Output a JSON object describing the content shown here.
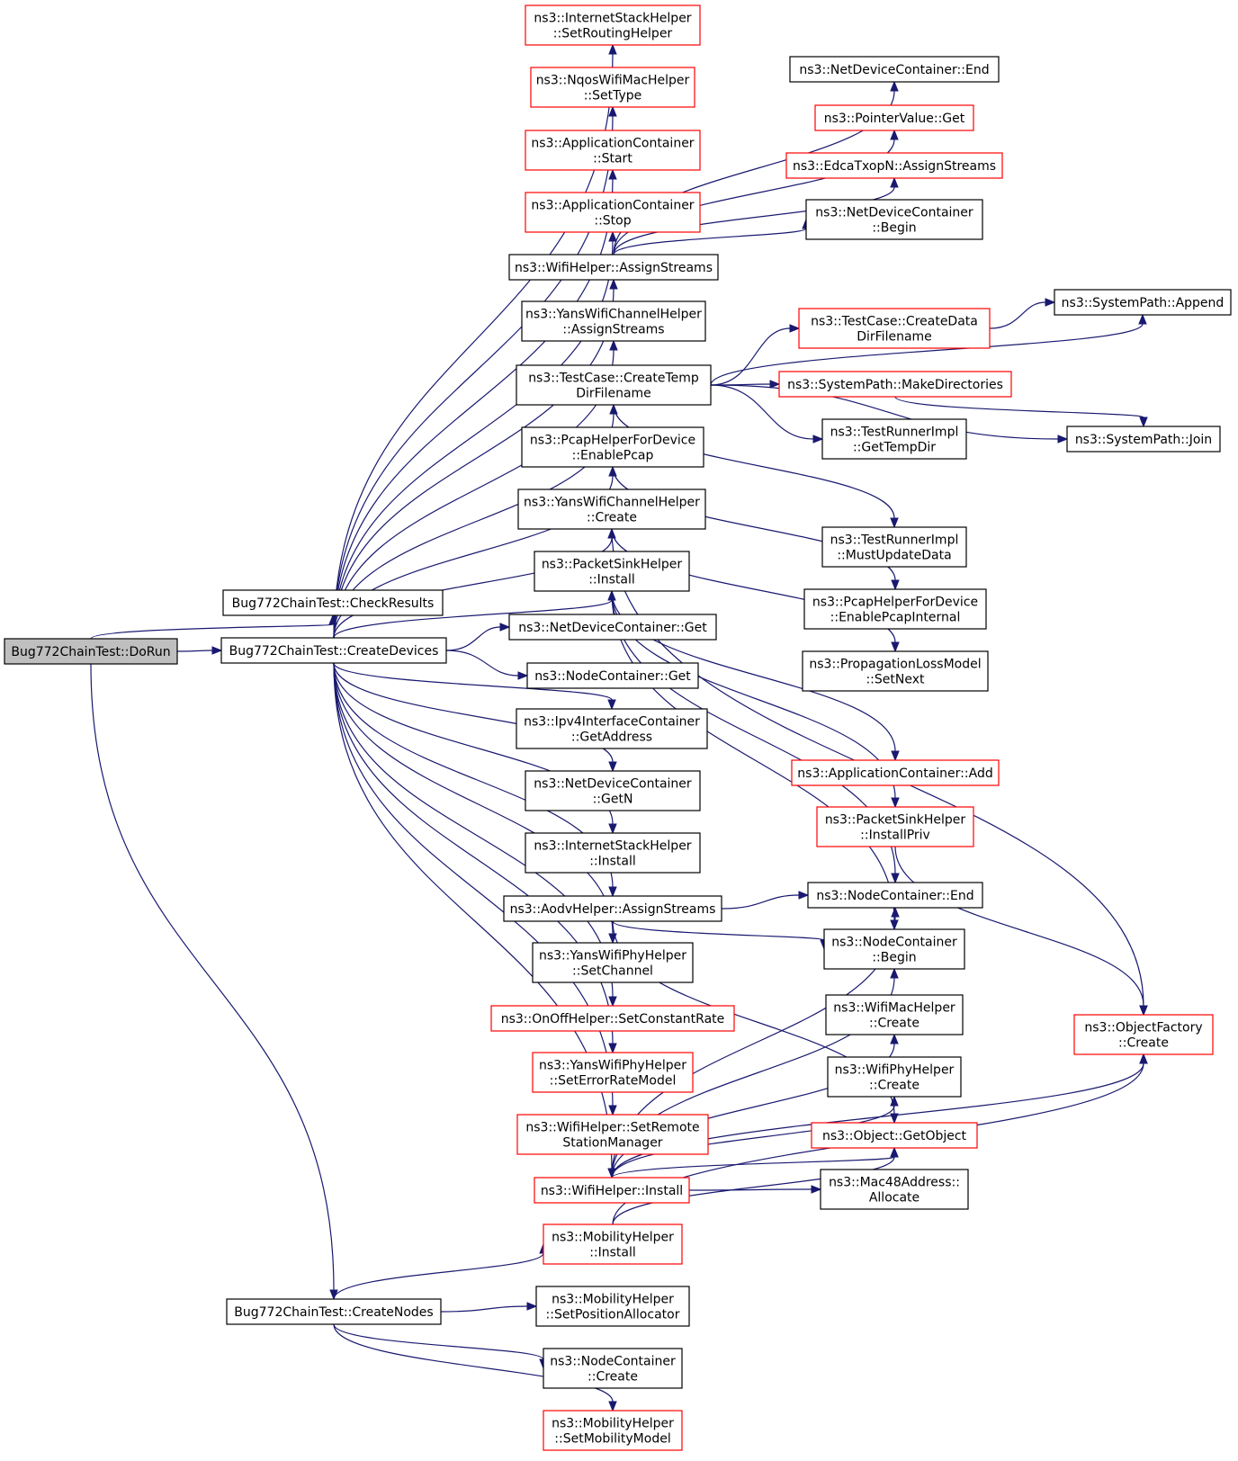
{
  "colors": {
    "edge": "#191970",
    "border_normal": "#000000",
    "border_red": "#ff0000",
    "root_fill": "#bfbfbf",
    "node_fill": "#ffffff"
  },
  "nodes": [
    {
      "id": "dorun",
      "lines": [
        "Bug772ChainTest::DoRun"
      ],
      "style": "root"
    },
    {
      "id": "checkresults",
      "lines": [
        "Bug772ChainTest::CheckResults"
      ],
      "style": "normal"
    },
    {
      "id": "createdevices",
      "lines": [
        "Bug772ChainTest::CreateDevices"
      ],
      "style": "normal"
    },
    {
      "id": "createnodes",
      "lines": [
        "Bug772ChainTest::CreateNodes"
      ],
      "style": "normal"
    },
    {
      "id": "ish_setrouting",
      "lines": [
        "ns3::InternetStackHelper",
        "::SetRoutingHelper"
      ],
      "style": "red"
    },
    {
      "id": "nqos_settype",
      "lines": [
        "ns3::NqosWifiMacHelper",
        "::SetType"
      ],
      "style": "red"
    },
    {
      "id": "appc_start",
      "lines": [
        "ns3::ApplicationContainer",
        "::Start"
      ],
      "style": "red"
    },
    {
      "id": "appc_stop",
      "lines": [
        "ns3::ApplicationContainer",
        "::Stop"
      ],
      "style": "red"
    },
    {
      "id": "wifi_assign",
      "lines": [
        "ns3::WifiHelper::AssignStreams"
      ],
      "style": "normal"
    },
    {
      "id": "yanschan_assign",
      "lines": [
        "ns3::YansWifiChannelHelper",
        "::AssignStreams"
      ],
      "style": "normal"
    },
    {
      "id": "tc_createtemp",
      "lines": [
        "ns3::TestCase::CreateTemp",
        "DirFilename"
      ],
      "style": "normal"
    },
    {
      "id": "pcap_enable",
      "lines": [
        "ns3::PcapHelperForDevice",
        "::EnablePcap"
      ],
      "style": "normal"
    },
    {
      "id": "yanschan_create",
      "lines": [
        "ns3::YansWifiChannelHelper",
        "::Create"
      ],
      "style": "normal"
    },
    {
      "id": "pktsink_install",
      "lines": [
        "ns3::PacketSinkHelper",
        "::Install"
      ],
      "style": "normal"
    },
    {
      "id": "ndc_get",
      "lines": [
        "ns3::NetDeviceContainer::Get"
      ],
      "style": "normal"
    },
    {
      "id": "nc_get",
      "lines": [
        "ns3::NodeContainer::Get"
      ],
      "style": "normal"
    },
    {
      "id": "ipv4_getaddr",
      "lines": [
        "ns3::Ipv4InterfaceContainer",
        "::GetAddress"
      ],
      "style": "normal"
    },
    {
      "id": "ndc_getn",
      "lines": [
        "ns3::NetDeviceContainer",
        "::GetN"
      ],
      "style": "normal"
    },
    {
      "id": "ish_install",
      "lines": [
        "ns3::InternetStackHelper",
        "::Install"
      ],
      "style": "normal"
    },
    {
      "id": "aodv_assign",
      "lines": [
        "ns3::AodvHelper::AssignStreams"
      ],
      "style": "normal"
    },
    {
      "id": "yansphy_setchan",
      "lines": [
        "ns3::YansWifiPhyHelper",
        "::SetChannel"
      ],
      "style": "normal"
    },
    {
      "id": "onoff_setrate",
      "lines": [
        "ns3::OnOffHelper::SetConstantRate"
      ],
      "style": "red"
    },
    {
      "id": "yansphy_seterr",
      "lines": [
        "ns3::YansWifiPhyHelper",
        "::SetErrorRateModel"
      ],
      "style": "red"
    },
    {
      "id": "wifi_setremote",
      "lines": [
        "ns3::WifiHelper::SetRemote",
        "StationManager"
      ],
      "style": "red"
    },
    {
      "id": "wifi_install",
      "lines": [
        "ns3::WifiHelper::Install"
      ],
      "style": "red"
    },
    {
      "id": "mob_install",
      "lines": [
        "ns3::MobilityHelper",
        "::Install"
      ],
      "style": "red"
    },
    {
      "id": "mob_setpos",
      "lines": [
        "ns3::MobilityHelper",
        "::SetPositionAllocator"
      ],
      "style": "normal"
    },
    {
      "id": "nc_create",
      "lines": [
        "ns3::NodeContainer",
        "::Create"
      ],
      "style": "normal"
    },
    {
      "id": "mob_setmodel",
      "lines": [
        "ns3::MobilityHelper",
        "::SetMobilityModel"
      ],
      "style": "red"
    },
    {
      "id": "ndc_end",
      "lines": [
        "ns3::NetDeviceContainer::End"
      ],
      "style": "normal"
    },
    {
      "id": "pv_get",
      "lines": [
        "ns3::PointerValue::Get"
      ],
      "style": "red"
    },
    {
      "id": "edca_assign",
      "lines": [
        "ns3::EdcaTxopN::AssignStreams"
      ],
      "style": "red"
    },
    {
      "id": "ndc_begin",
      "lines": [
        "ns3::NetDeviceContainer",
        "::Begin"
      ],
      "style": "normal"
    },
    {
      "id": "tc_createdata",
      "lines": [
        "ns3::TestCase::CreateData",
        "DirFilename"
      ],
      "style": "red"
    },
    {
      "id": "sp_makedirs",
      "lines": [
        "ns3::SystemPath::MakeDirectories"
      ],
      "style": "red"
    },
    {
      "id": "tri_gettemp",
      "lines": [
        "ns3::TestRunnerImpl",
        "::GetTempDir"
      ],
      "style": "normal"
    },
    {
      "id": "tri_mustupdate",
      "lines": [
        "ns3::TestRunnerImpl",
        "::MustUpdateData"
      ],
      "style": "normal"
    },
    {
      "id": "pcap_enableint",
      "lines": [
        "ns3::PcapHelperForDevice",
        "::EnablePcapInternal"
      ],
      "style": "normal"
    },
    {
      "id": "plm_setnext",
      "lines": [
        "ns3::PropagationLossModel",
        "::SetNext"
      ],
      "style": "normal"
    },
    {
      "id": "appc_add",
      "lines": [
        "ns3::ApplicationContainer::Add"
      ],
      "style": "red"
    },
    {
      "id": "pktsink_installpriv",
      "lines": [
        "ns3::PacketSinkHelper",
        "::InstallPriv"
      ],
      "style": "red"
    },
    {
      "id": "nc_end",
      "lines": [
        "ns3::NodeContainer::End"
      ],
      "style": "normal"
    },
    {
      "id": "nc_begin",
      "lines": [
        "ns3::NodeContainer",
        "::Begin"
      ],
      "style": "normal"
    },
    {
      "id": "wifimac_create",
      "lines": [
        "ns3::WifiMacHelper",
        "::Create"
      ],
      "style": "normal"
    },
    {
      "id": "wifiphy_create",
      "lines": [
        "ns3::WifiPhyHelper",
        "::Create"
      ],
      "style": "normal"
    },
    {
      "id": "obj_getobject",
      "lines": [
        "ns3::Object::GetObject"
      ],
      "style": "red"
    },
    {
      "id": "mac48_allocate",
      "lines": [
        "ns3::Mac48Address::",
        "Allocate"
      ],
      "style": "normal"
    },
    {
      "id": "sp_append",
      "lines": [
        "ns3::SystemPath::Append"
      ],
      "style": "normal"
    },
    {
      "id": "sp_join",
      "lines": [
        "ns3::SystemPath::Join"
      ],
      "style": "normal"
    },
    {
      "id": "of_create",
      "lines": [
        "ns3::ObjectFactory",
        "::Create"
      ],
      "style": "red"
    }
  ],
  "edges": [
    [
      "dorun",
      "checkresults"
    ],
    [
      "dorun",
      "createdevices"
    ],
    [
      "dorun",
      "createnodes"
    ],
    [
      "createdevices",
      "ish_setrouting"
    ],
    [
      "createdevices",
      "nqos_settype"
    ],
    [
      "createdevices",
      "appc_start"
    ],
    [
      "createdevices",
      "appc_stop"
    ],
    [
      "createdevices",
      "wifi_assign"
    ],
    [
      "createdevices",
      "yanschan_assign"
    ],
    [
      "createdevices",
      "tc_createtemp"
    ],
    [
      "createdevices",
      "pcap_enable"
    ],
    [
      "createdevices",
      "yanschan_create"
    ],
    [
      "createdevices",
      "pktsink_install"
    ],
    [
      "createdevices",
      "ndc_get"
    ],
    [
      "createdevices",
      "nc_get"
    ],
    [
      "createdevices",
      "ipv4_getaddr"
    ],
    [
      "createdevices",
      "ndc_getn"
    ],
    [
      "createdevices",
      "ish_install"
    ],
    [
      "createdevices",
      "aodv_assign"
    ],
    [
      "createdevices",
      "yansphy_setchan"
    ],
    [
      "createdevices",
      "onoff_setrate"
    ],
    [
      "createdevices",
      "yansphy_seterr"
    ],
    [
      "createdevices",
      "wifi_setremote"
    ],
    [
      "createdevices",
      "wifi_install"
    ],
    [
      "createnodes",
      "mob_install"
    ],
    [
      "createnodes",
      "mob_setpos"
    ],
    [
      "createnodes",
      "nc_create"
    ],
    [
      "createnodes",
      "mob_setmodel"
    ],
    [
      "wifi_assign",
      "ndc_end"
    ],
    [
      "wifi_assign",
      "pv_get"
    ],
    [
      "wifi_assign",
      "edca_assign"
    ],
    [
      "wifi_assign",
      "ndc_begin"
    ],
    [
      "tc_createtemp",
      "sp_append"
    ],
    [
      "tc_createtemp",
      "tc_createdata"
    ],
    [
      "tc_createtemp",
      "sp_makedirs"
    ],
    [
      "tc_createtemp",
      "tri_gettemp"
    ],
    [
      "tc_createtemp",
      "sp_join"
    ],
    [
      "tc_createtemp",
      "tri_mustupdate"
    ],
    [
      "tc_createdata",
      "sp_append"
    ],
    [
      "sp_makedirs",
      "sp_join"
    ],
    [
      "pcap_enable",
      "pcap_enableint"
    ],
    [
      "yanschan_create",
      "plm_setnext"
    ],
    [
      "yanschan_create",
      "of_create"
    ],
    [
      "pktsink_install",
      "appc_add"
    ],
    [
      "pktsink_install",
      "pktsink_installpriv"
    ],
    [
      "pktsink_install",
      "nc_end"
    ],
    [
      "pktsink_install",
      "nc_begin"
    ],
    [
      "pktsink_installpriv",
      "of_create"
    ],
    [
      "aodv_assign",
      "nc_end"
    ],
    [
      "aodv_assign",
      "nc_begin"
    ],
    [
      "aodv_assign",
      "obj_getobject"
    ],
    [
      "wifi_install",
      "nc_end"
    ],
    [
      "wifi_install",
      "nc_begin"
    ],
    [
      "wifi_install",
      "wifimac_create"
    ],
    [
      "wifi_install",
      "wifiphy_create"
    ],
    [
      "wifi_install",
      "obj_getobject"
    ],
    [
      "wifi_install",
      "mac48_allocate"
    ],
    [
      "wifi_install",
      "of_create"
    ],
    [
      "mob_install",
      "obj_getobject"
    ],
    [
      "mob_install",
      "of_create"
    ]
  ]
}
